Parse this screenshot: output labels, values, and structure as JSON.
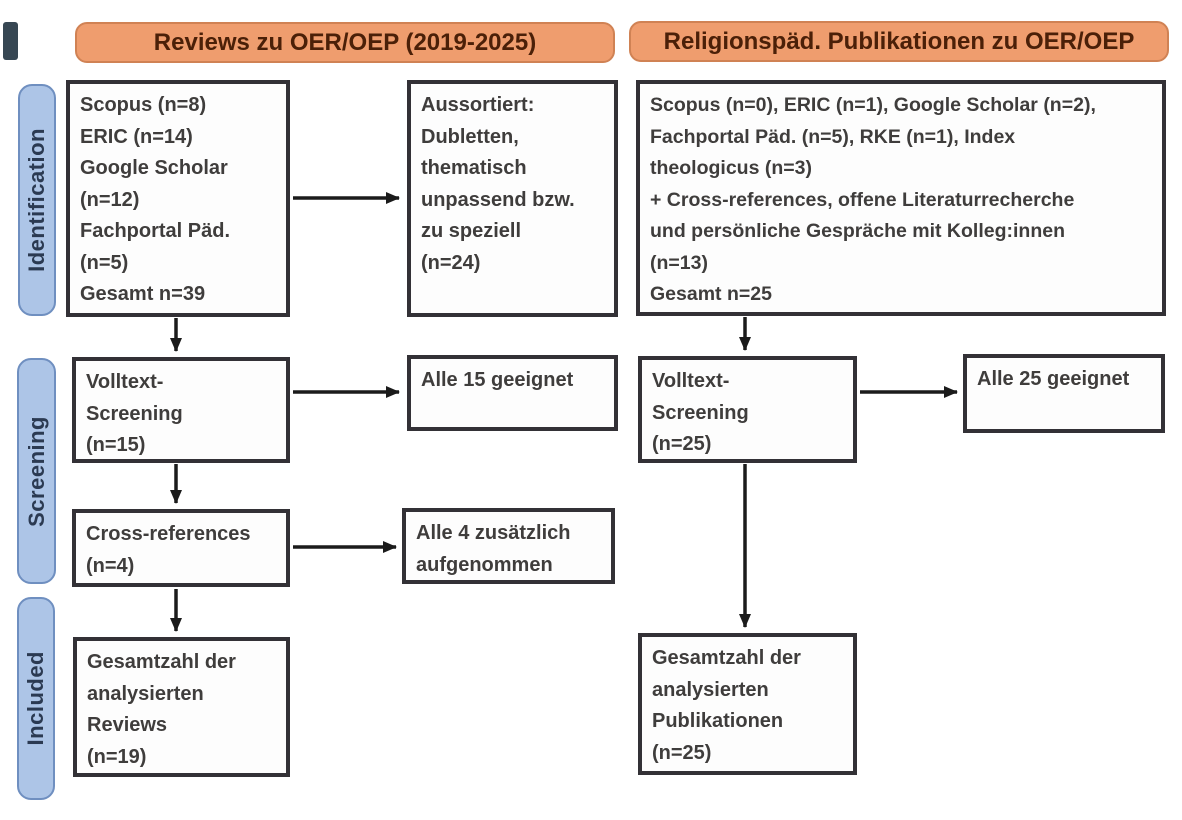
{
  "headers": {
    "left": "Reviews zu OER/OEP (2019-2025)",
    "right": "Religionspäd. Publikationen zu OER/OEP"
  },
  "stages": {
    "identification": "Identification",
    "screening": "Screening",
    "included": "Included"
  },
  "reviews_column": {
    "sources": [
      "Scopus (n=8)",
      "ERIC (n=14)",
      "Google Scholar",
      "(n=12)",
      "Fachportal Päd.",
      "(n=5)",
      "Gesamt n=39"
    ],
    "excluded": [
      "Aussortiert:",
      "Dubletten,",
      "thematisch",
      "unpassend bzw.",
      "zu speziell",
      "(n=24)"
    ],
    "fulltext_screening": [
      "Volltext-",
      "Screening",
      "(n=15)"
    ],
    "fulltext_result": "Alle 15 geeignet",
    "cross_references": [
      "Cross-references",
      "(n=4)"
    ],
    "cross_references_result": [
      "Alle 4 zusätzlich",
      "aufgenommen"
    ],
    "included_total": [
      "Gesamtzahl der",
      "analysierten",
      "Reviews",
      "(n=19)"
    ]
  },
  "publications_column": {
    "sources": [
      "Scopus (n=0), ERIC (n=1), Google Scholar (n=2),",
      "Fachportal Päd. (n=5), RKE (n=1), Index",
      "theologicus (n=3)",
      "+ Cross-references, offene Literaturrecherche",
      "und persönliche Gespräche mit Kolleg:innen",
      "(n=13)",
      "Gesamt n=25"
    ],
    "fulltext_screening": [
      "Volltext-",
      "Screening",
      "(n=25)"
    ],
    "fulltext_result": "Alle 25 geeignet",
    "included_total": [
      "Gesamtzahl der",
      "analysierten",
      "Publikationen",
      "(n=25)"
    ]
  },
  "colors": {
    "header_fill": "#ef9d6e",
    "header_border": "#d08254",
    "header_text": "#4b2008",
    "stage_fill": "#adc5e7",
    "stage_border": "#6f8fc0",
    "stage_text": "#2b3a52",
    "box_background": "#fdfdfd",
    "box_border": "#333136",
    "box_text": "#3f3d3c",
    "arrow": "#1b1b1b"
  }
}
